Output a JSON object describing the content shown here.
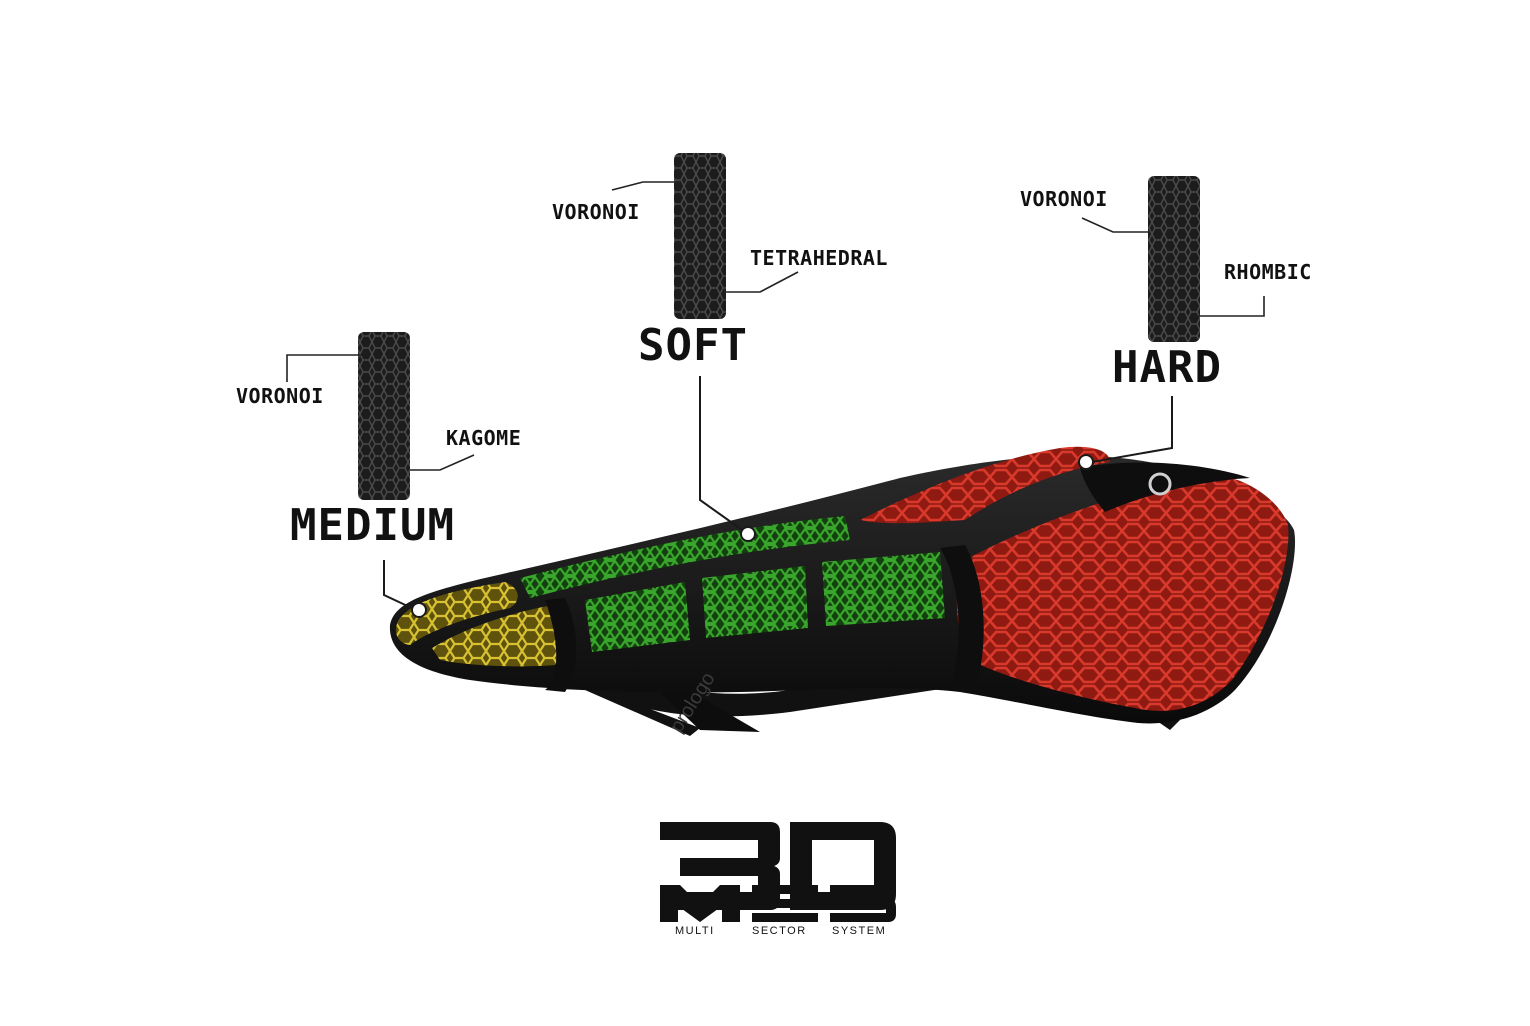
{
  "sectors": {
    "medium": {
      "title": "MEDIUM",
      "structure_top": "VORONOI",
      "structure_bottom": "KAGOME",
      "color": "#c9b325"
    },
    "soft": {
      "title": "SOFT",
      "structure_top": "VORONOI",
      "structure_bottom": "TETRAHEDRAL",
      "color": "#2f8f24"
    },
    "hard": {
      "title": "HARD",
      "structure_top": "VORONOI",
      "structure_bottom": "RHOMBIC",
      "color": "#b8271d"
    }
  },
  "logo": {
    "line1": "3D",
    "line2": "MSS",
    "words": [
      "MULTI",
      "SECTOR",
      "SYSTEM"
    ]
  },
  "saddle": {
    "brand": "prologo",
    "shell_color": "#151515"
  }
}
